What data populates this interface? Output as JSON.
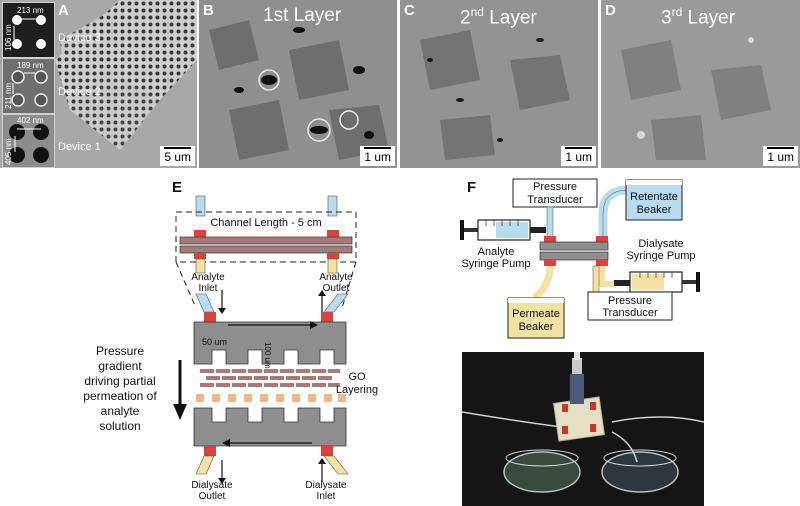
{
  "panels": {
    "A": {
      "label": "A",
      "scale": "5 um",
      "devices": [
        "Device 3",
        "Device 2",
        "Device 1"
      ],
      "insets": [
        {
          "width": "213 nm",
          "height": "106 nm"
        },
        {
          "width": "189 nm",
          "height": "211 nm"
        },
        {
          "width": "402 nm",
          "height": "405 nm"
        }
      ]
    },
    "B": {
      "label": "B",
      "title": "1st Layer",
      "scale": "1 um"
    },
    "C": {
      "label": "C",
      "title_main": "2",
      "title_sup": "nd",
      "title_rest": " Layer",
      "scale": "1 um"
    },
    "D": {
      "label": "D",
      "title_main": "3",
      "title_sup": "rd",
      "title_rest": " Layer",
      "scale": "1 um"
    },
    "E": {
      "label": "E",
      "channel_length": "Channel Length - 5 cm",
      "analyte_inlet": [
        "Analyte",
        "Inlet"
      ],
      "analyte_outlet": [
        "Analyte",
        "Outlet"
      ],
      "width_dim": "50 um",
      "depth_dim": "100 um",
      "pressure_text": [
        "Pressure",
        "gradient",
        "driving partial",
        "permeation of",
        "analyte",
        "solution"
      ],
      "go_layering": [
        "GO",
        "Layering"
      ],
      "dialysate_outlet": [
        "Dialysate",
        "Outlet"
      ],
      "dialysate_inlet": [
        "Dialysate",
        "Inlet"
      ]
    },
    "F": {
      "label": "F",
      "pressure_top": [
        "Pressure",
        "Transducer"
      ],
      "analyte_pump": [
        "Analyte",
        "Syringe Pump"
      ],
      "retentate": [
        "Retentate",
        "Beaker"
      ],
      "dialysate_pump": [
        "Dialysate",
        "Syringe Pump"
      ],
      "permeate": [
        "Permeate",
        "Beaker"
      ],
      "pressure_bottom": [
        "Pressure",
        "Transducer"
      ]
    }
  },
  "colors": {
    "blue_tube": "#b9dbee",
    "yellow_tube": "#f3e2a3",
    "red_fitting": "#d9433e",
    "go_brown": "#a9787a",
    "go_orange": "#f1b58c",
    "channel_gray": "#8e8e8e"
  }
}
